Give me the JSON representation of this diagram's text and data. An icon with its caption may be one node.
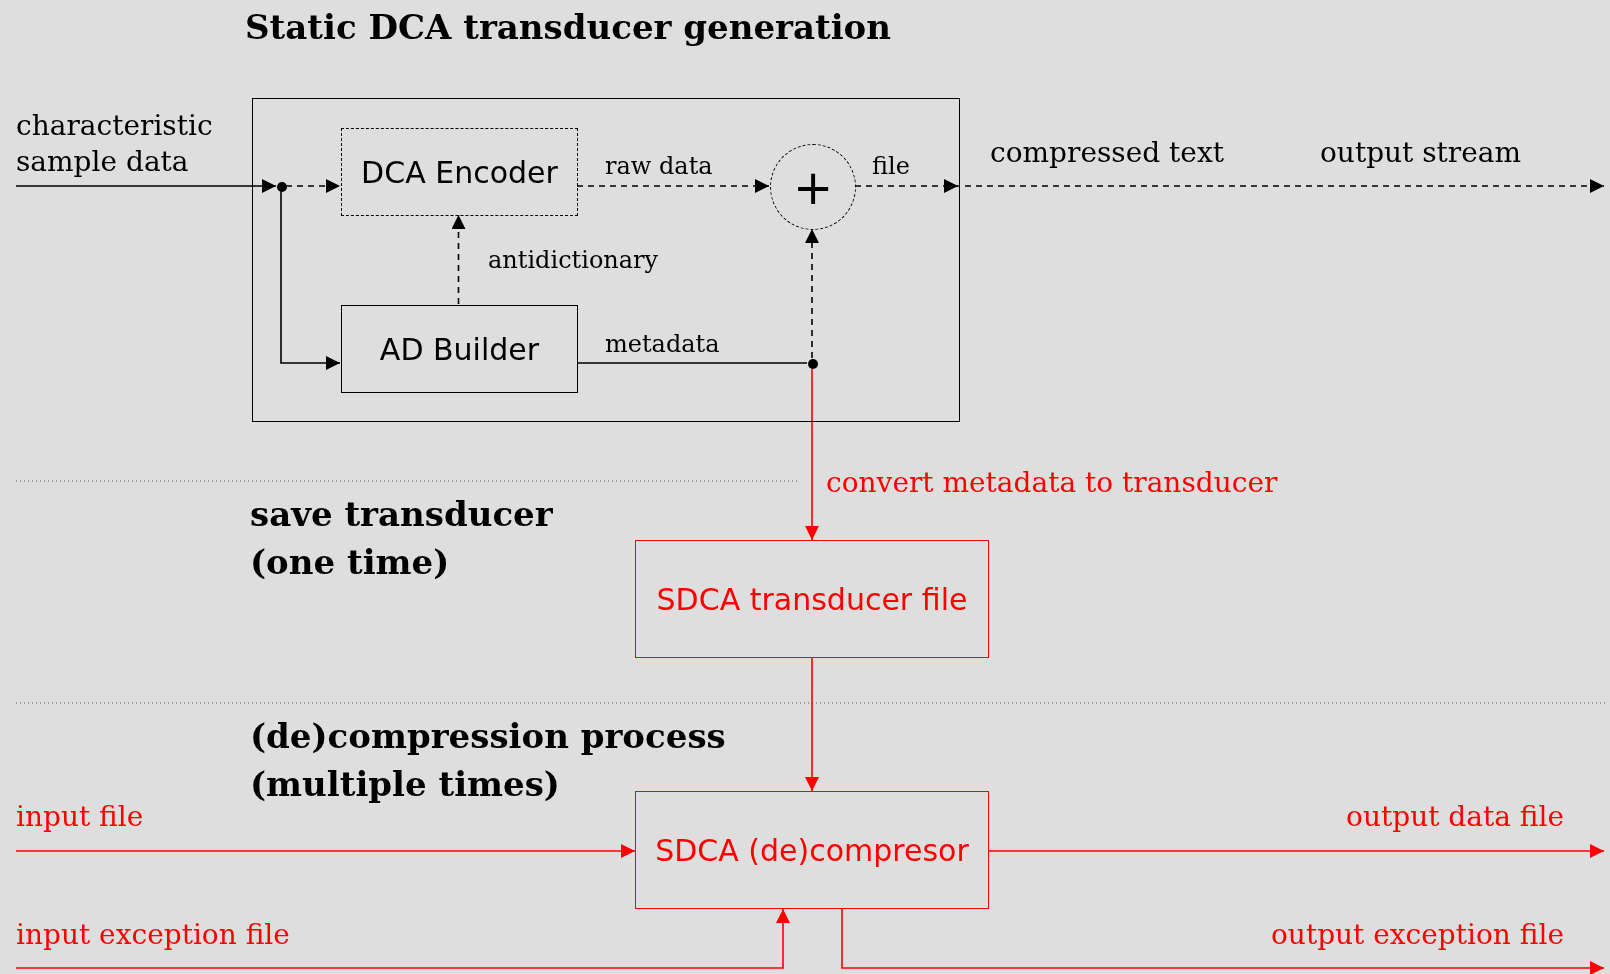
{
  "diagram": {
    "nodes": [
      {
        "text": [
          "Static DCA transducer generation"
        ]
      },
      {
        "text": [],
        "shape": "circle",
        "in": 0
      },
      {
        "text": [
          "DCA Encoder"
        ],
        "in": 0
      },
      {
        "text": [
          "+"
        ],
        "in": 0
      },
      {
        "text": [
          "AD Builder"
        ],
        "in": 0
      },
      {
        "text": [],
        "shape": "circle",
        "in": 0
      },
      {
        "text": [
          "SDCA transducer file"
        ]
      },
      {
        "text": [
          "SDCA (de)compresor"
        ]
      }
    ],
    "edges": [
      {
        "from": null,
        "to": 1,
        "arrow": "to",
        "label": "characteristic sample data"
      },
      {
        "from": 1,
        "to": 2,
        "arrow": "to",
        "style": "dashed"
      },
      {
        "from": 1,
        "to": 4,
        "arrow": "to"
      },
      {
        "from": 4,
        "to": 2,
        "arrow": "to",
        "style": "dashed",
        "label": "antidictionary"
      },
      {
        "from": 2,
        "to": 3,
        "arrow": "to",
        "style": "dashed",
        "label": "raw data"
      },
      {
        "from": 4,
        "to": 5,
        "arrow": "none",
        "label": "metadata"
      },
      {
        "from": 5,
        "to": 3,
        "arrow": "to",
        "style": "dashed"
      },
      {
        "from": 3,
        "to": null,
        "arrow": "to",
        "style": "dashed",
        "label": "file"
      },
      {
        "from": 5,
        "to": 6,
        "arrow": "to",
        "color": "#ff0000",
        "label": "convert metadata to transducer"
      },
      {
        "from": 6,
        "to": 7,
        "arrow": "to",
        "color": "#ff0000"
      },
      {
        "from": null,
        "to": 7,
        "arrow": "to",
        "color": "#ff0000",
        "label": "input file"
      },
      {
        "from": null,
        "to": 7,
        "arrow": "to",
        "color": "#ff0000",
        "label": "input exception file"
      },
      {
        "from": 7,
        "to": null,
        "arrow": "to",
        "color": "#ff0000",
        "label": "output data file"
      },
      {
        "from": 7,
        "to": null,
        "arrow": "to",
        "color": "#ff0000",
        "label": "output exception file"
      }
    ],
    "labels": [
      "compressed text",
      "output stream",
      "save transducer (one time)",
      "(de)compression process (multiple times)"
    ]
  }
}
